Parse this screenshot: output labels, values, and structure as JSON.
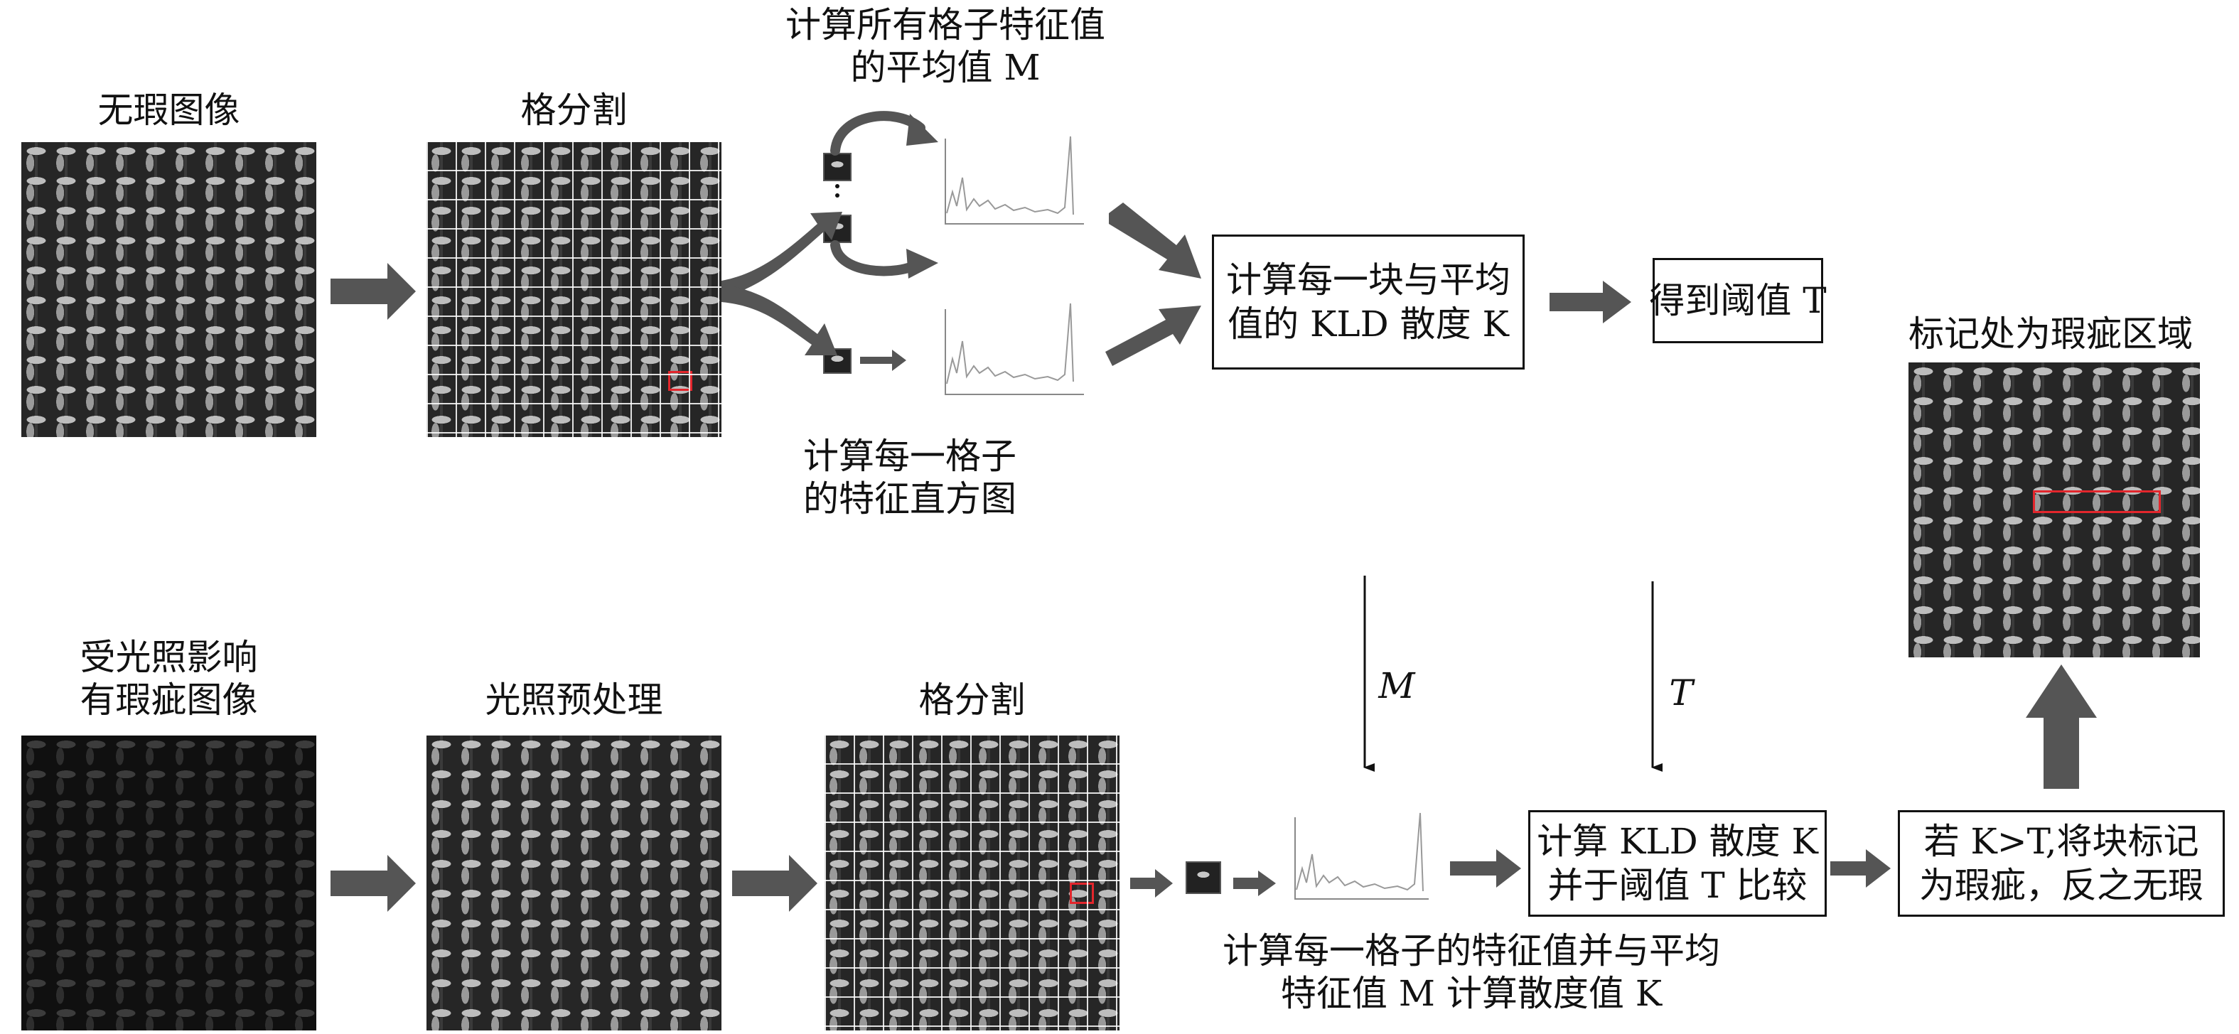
{
  "labels": {
    "flawless_image": "无瑕图像",
    "grid_split_top": "格分割",
    "mean_feature_line1": "计算所有格子特征值",
    "mean_feature_line2": "的平均值 M",
    "histogram_line1": "计算每一格子",
    "histogram_line2": "的特征直方图",
    "kld_box_line1": "计算每一块与平均",
    "kld_box_line2": "值的 KLD 散度 K",
    "threshold_box": "得到阈值 T",
    "mark_region": "标记处为瑕疵区域",
    "affected_line1": "受光照影响",
    "affected_line2": "有瑕疵图像",
    "illum_preprocess": "光照预处理",
    "grid_split_bottom": "格分割",
    "arrow_M": "M",
    "arrow_T": "T",
    "compare_box_line1": "计算 KLD 散度 K",
    "compare_box_line2": "并于阈值 T 比较",
    "decide_box_line1": "若 K>T,将块标记",
    "decide_box_line2": "为瑕疵，反之无瑕",
    "bottom_caption_line1": "计算每一格子的特征值并与平均",
    "bottom_caption_line2": "特征值 M 计算散度值 K"
  },
  "colors": {
    "arrow": "#555555",
    "highlight": "#e3262c"
  }
}
